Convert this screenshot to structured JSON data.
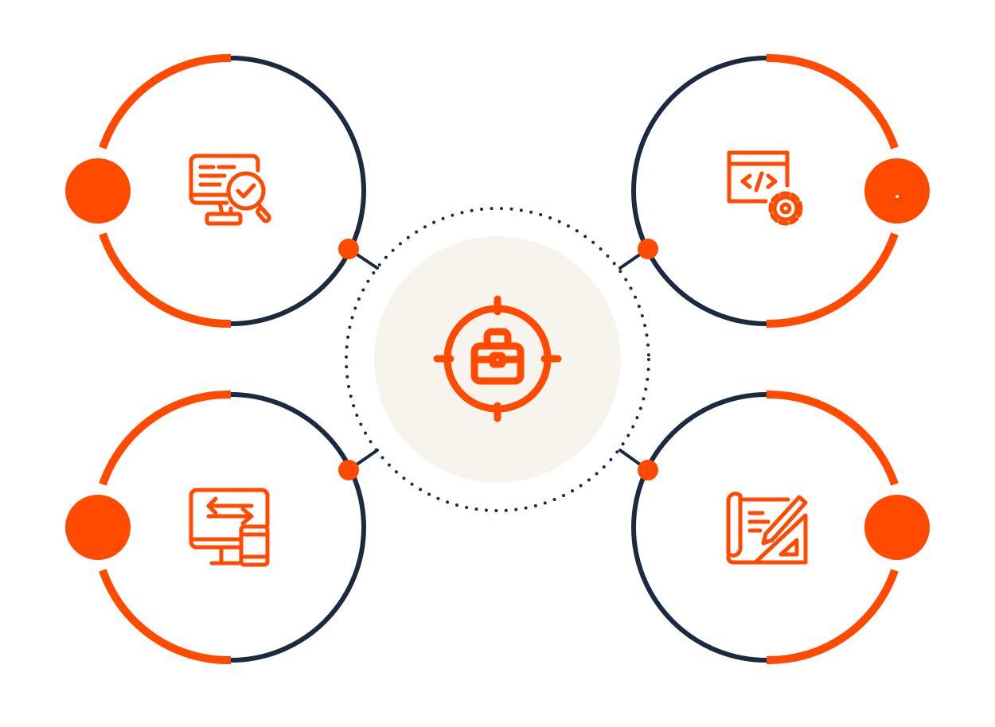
{
  "colors": {
    "accent": "#FF4A00",
    "dark": "#1B2A3F",
    "hub_fill": "#F6F4EC",
    "background": "#FFFFFF"
  },
  "hub": {
    "icon": "target-briefcase-icon"
  },
  "nodes": [
    {
      "id": "top-left",
      "icon": "monitor-search-check-icon"
    },
    {
      "id": "top-right",
      "icon": "code-window-gear-icon"
    },
    {
      "id": "bottom-left",
      "icon": "responsive-devices-icon"
    },
    {
      "id": "bottom-right",
      "icon": "blueprint-pencil-ruler-icon"
    }
  ]
}
